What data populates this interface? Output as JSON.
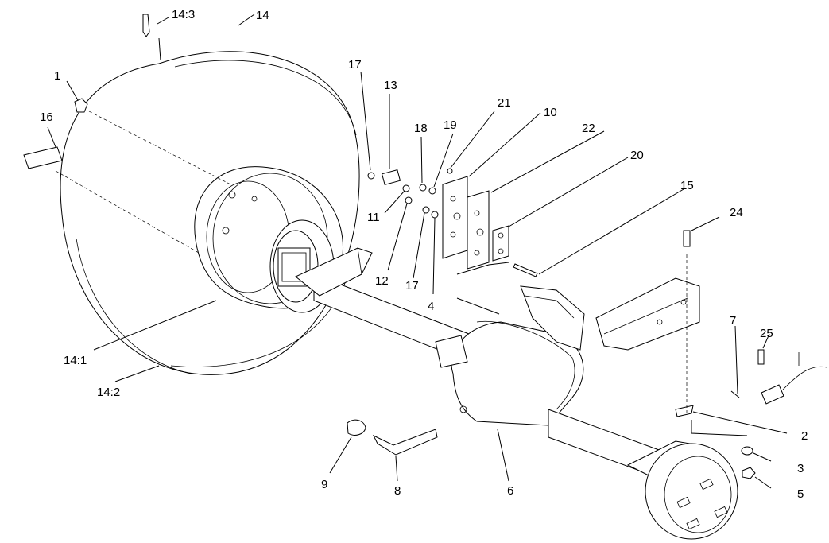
{
  "callouts": [
    {
      "id": "14-3",
      "label": "14:3"
    },
    {
      "id": "14",
      "label": "14"
    },
    {
      "id": "1",
      "label": "1"
    },
    {
      "id": "16",
      "label": "16"
    },
    {
      "id": "17a",
      "label": "17"
    },
    {
      "id": "13",
      "label": "13"
    },
    {
      "id": "18",
      "label": "18"
    },
    {
      "id": "19",
      "label": "19"
    },
    {
      "id": "21",
      "label": "21"
    },
    {
      "id": "10",
      "label": "10"
    },
    {
      "id": "22",
      "label": "22"
    },
    {
      "id": "20",
      "label": "20"
    },
    {
      "id": "15",
      "label": "15"
    },
    {
      "id": "24",
      "label": "24"
    },
    {
      "id": "11",
      "label": "11"
    },
    {
      "id": "12",
      "label": "12"
    },
    {
      "id": "17b",
      "label": "17"
    },
    {
      "id": "4",
      "label": "4"
    },
    {
      "id": "7",
      "label": "7"
    },
    {
      "id": "25",
      "label": "25"
    },
    {
      "id": "14-1",
      "label": "14:1"
    },
    {
      "id": "14-2",
      "label": "14:2"
    },
    {
      "id": "2",
      "label": "2"
    },
    {
      "id": "3",
      "label": "3"
    },
    {
      "id": "5",
      "label": "5"
    },
    {
      "id": "9",
      "label": "9"
    },
    {
      "id": "8",
      "label": "8"
    },
    {
      "id": "6",
      "label": "6"
    }
  ]
}
